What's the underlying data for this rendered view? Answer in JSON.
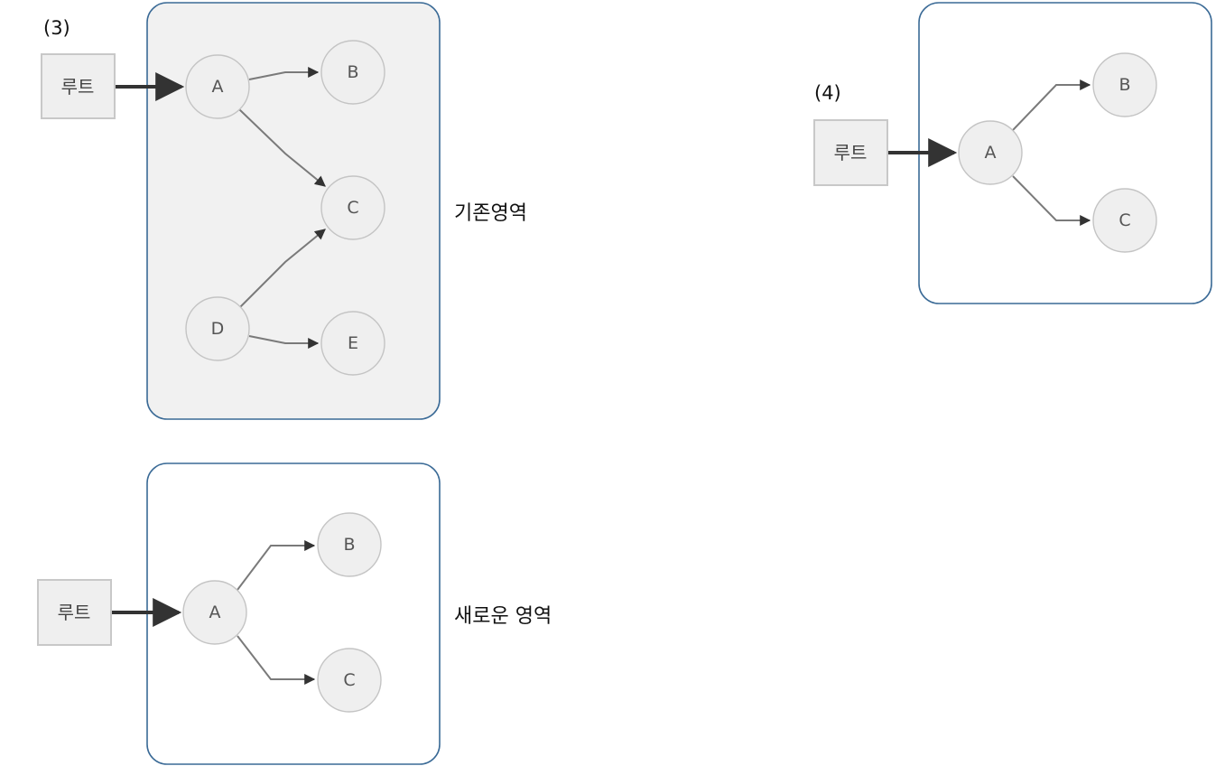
{
  "panel3": {
    "label": "(3)",
    "old_region_caption": "기존영역",
    "new_region_caption": "새로운 영역",
    "old": {
      "root": "루트",
      "nodes": {
        "A": "A",
        "B": "B",
        "C": "C",
        "D": "D",
        "E": "E"
      }
    },
    "new": {
      "root": "루트",
      "nodes": {
        "A": "A",
        "B": "B",
        "C": "C"
      }
    }
  },
  "panel4": {
    "label": "(4)",
    "root": "루트",
    "nodes": {
      "A": "A",
      "B": "B",
      "C": "C"
    }
  },
  "colors": {
    "region_border": "#3a6a96",
    "old_region_fill": "#f1f1f1",
    "node_fill": "#efefef",
    "edge": "#7a7a7a",
    "root_edge": "#333333"
  }
}
